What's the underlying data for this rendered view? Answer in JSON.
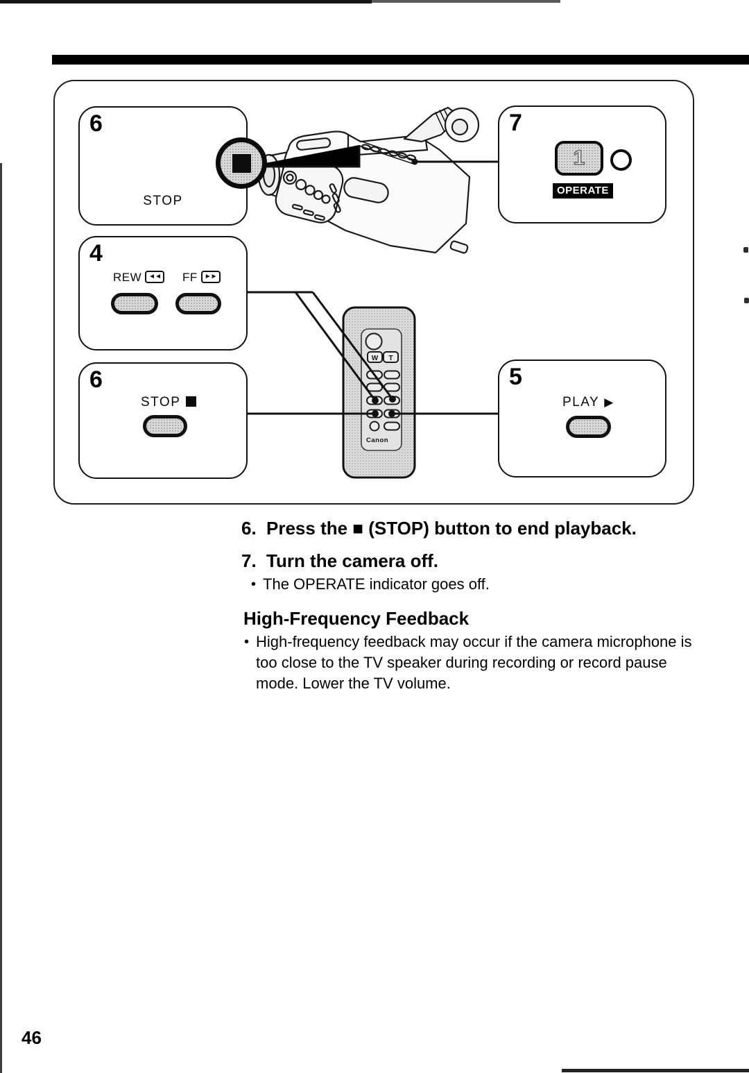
{
  "page_number": "46",
  "figure": {
    "panel_stop_camera": {
      "step": "6",
      "label": "STOP"
    },
    "panel_power": {
      "step": "7",
      "button_digit": "1",
      "indicator": "OPERATE"
    },
    "panel_transport": {
      "step": "4",
      "rew": "REW",
      "rew_icon": "◄◄",
      "ff": "FF",
      "ff_icon": "►►"
    },
    "panel_stop_remote": {
      "step": "6",
      "label": "STOP",
      "icon": "■"
    },
    "panel_play": {
      "step": "5",
      "label": "PLAY",
      "icon": "▶"
    },
    "remote": {
      "w": "W",
      "t": "T",
      "brand": "Canon"
    }
  },
  "instructions": {
    "bullet_char": "•",
    "steps": [
      {
        "num": "6.",
        "text": "Press the ■ (STOP) button to end playback."
      },
      {
        "num": "7.",
        "text": "Turn the camera off.",
        "bullet": "The OPERATE indicator goes off."
      }
    ],
    "note": {
      "heading": "High-Frequency Feedback",
      "bullet": "High-frequency feedback may occur if the camera microphone is too close to the TV speaker during recording or record pause mode.  Lower the TV volume."
    }
  }
}
